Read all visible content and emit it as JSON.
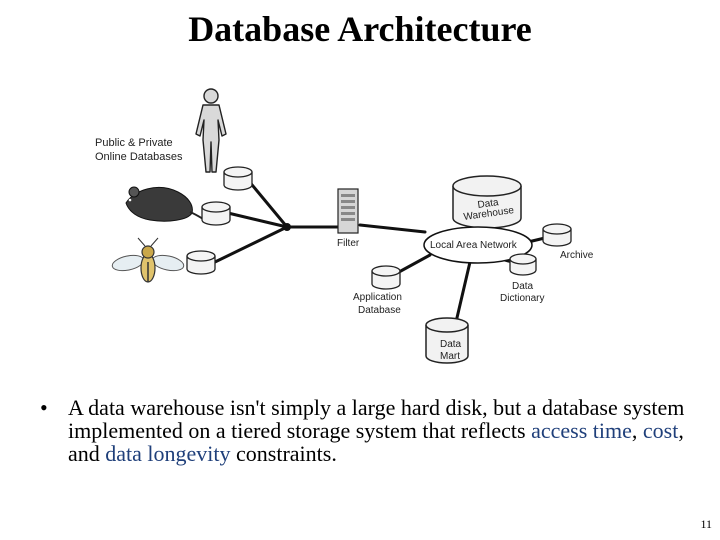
{
  "title": "Database Architecture",
  "diagram": {
    "labels": {
      "sources": [
        "Public & Private",
        "Online Databases"
      ],
      "filter": "Filter",
      "data_warehouse": [
        "Data",
        "Warehouse"
      ],
      "lan": "Local Area Network",
      "archive": "Archive",
      "data_dictionary": [
        "Data",
        "Dictionary"
      ],
      "application_database": [
        "Application",
        "Database"
      ],
      "data_mart": [
        "Data",
        "Mart"
      ]
    },
    "icons": [
      "human-figure-icon",
      "mouse-icon",
      "fly-icon",
      "filter-server-icon",
      "database-cylinder-icon"
    ]
  },
  "bullet": {
    "pre": "A data warehouse isn't simply a large hard disk, but a database system implemented on a tiered storage system that reflects ",
    "hl1": "access time",
    "sep1": ", ",
    "hl2": "cost",
    "sep2": ", and ",
    "hl3": "data longevity",
    "post": " constraints."
  },
  "page_number": "11"
}
